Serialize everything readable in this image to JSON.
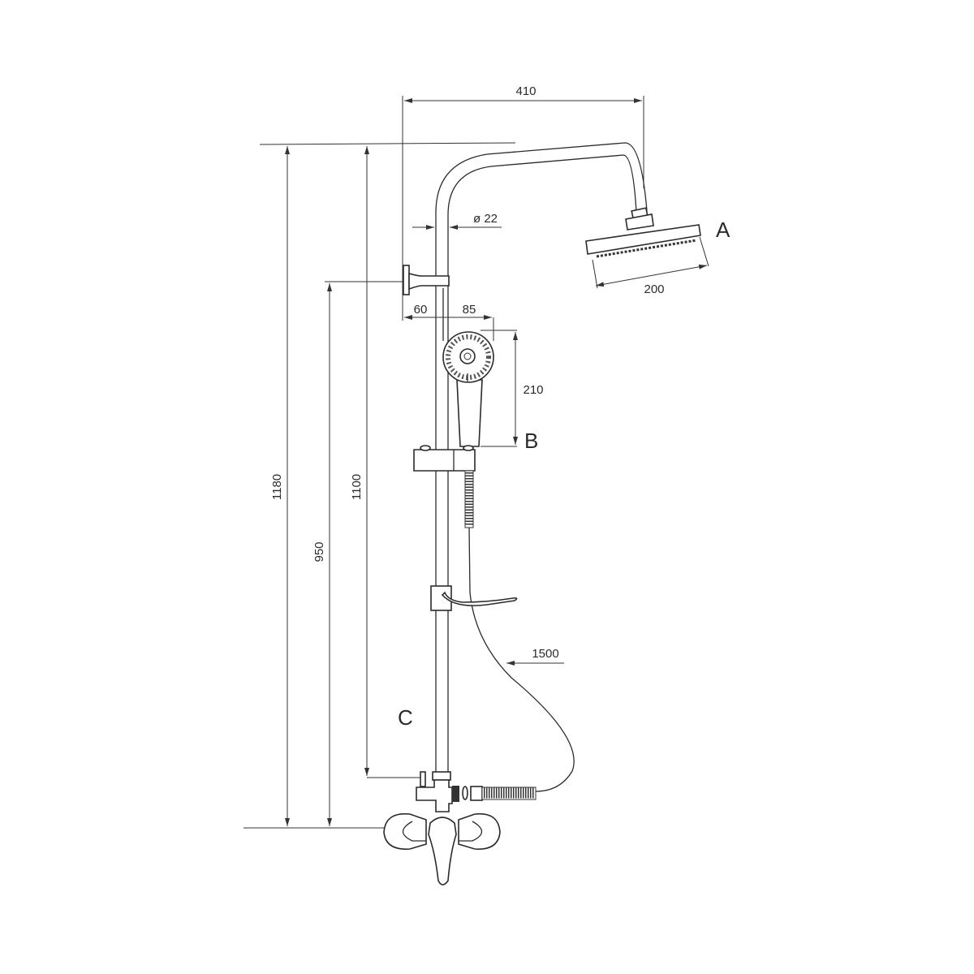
{
  "diagram": {
    "title": "Shower column technical drawing",
    "dimensions": {
      "arm_reach": "410",
      "pipe_diameter": "ø 22",
      "head_width": "200",
      "wall_offset": "60",
      "hand_offset": "85",
      "hand_length": "210",
      "total_height": "1180",
      "pipe_height": "1100",
      "bracket_height": "950",
      "hose_length": "1500"
    },
    "labels": {
      "overhead_shower": "A",
      "hand_shower": "B",
      "mixer": "C"
    }
  }
}
